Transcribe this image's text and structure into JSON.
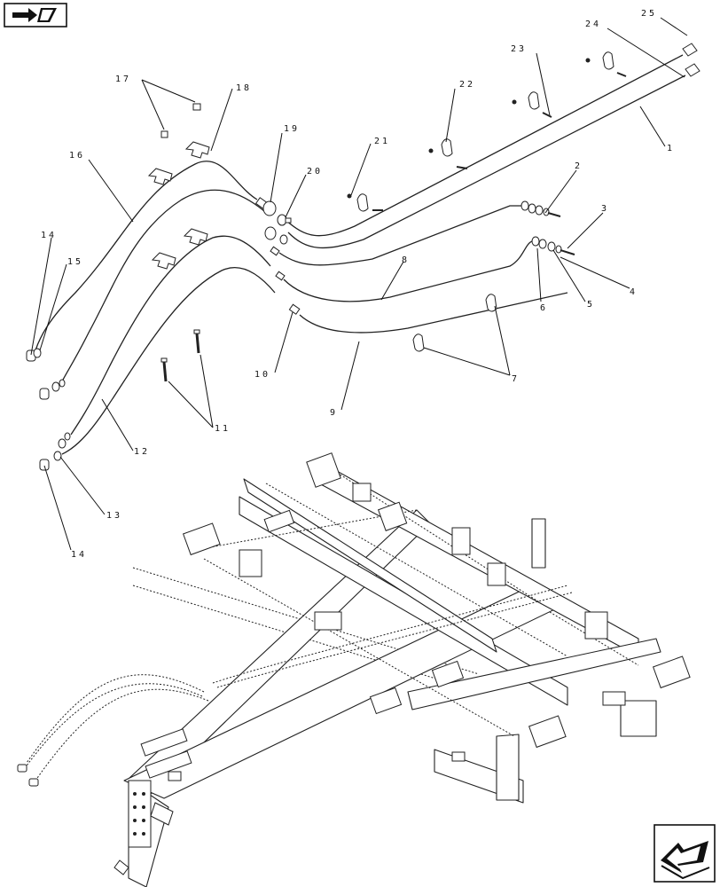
{
  "callouts": {
    "c1": "1",
    "c2": "2",
    "c3": "3",
    "c4": "4",
    "c5": "5",
    "c6": "6",
    "c7": "7",
    "c8": "8",
    "c9": "9",
    "c10": "10",
    "c11": "11",
    "c12": "12",
    "c13": "13",
    "c14a": "14",
    "c14b": "14",
    "c15": "15",
    "c16": "16",
    "c17": "17",
    "c18": "18",
    "c19": "19",
    "c20": "20",
    "c21": "21",
    "c22": "22",
    "c23": "23",
    "c24": "24",
    "c25": "25"
  },
  "icons": {
    "top_left": "book-arrow-icon",
    "bottom_right": "next-page-arrow-icon"
  }
}
